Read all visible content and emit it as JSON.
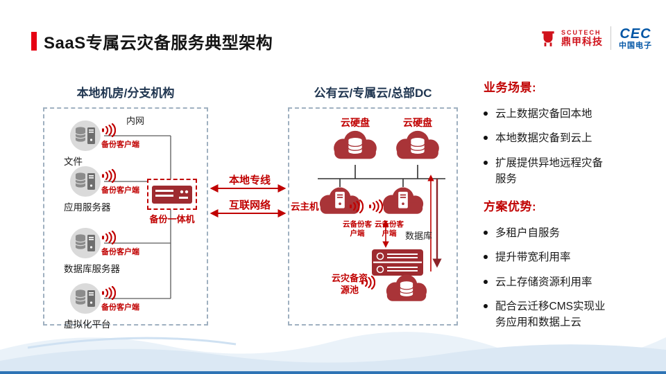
{
  "header": {
    "title": "SaaS专属云灾备服务典型架构",
    "logo": {
      "scutech_en": "SCUTECH",
      "scutech_cn": "鼎甲科技",
      "cec_en": "CEC",
      "cec_cn": "中国电子"
    }
  },
  "local_zone": {
    "title": "本地机房/分支机构",
    "network_label": "内网",
    "servers": [
      {
        "name": "文件",
        "client": "备份客户端"
      },
      {
        "name": "应用服务器",
        "client": "备份客户端"
      },
      {
        "name": "数据库服务器",
        "client": "备份客户端"
      },
      {
        "name": "虚拟化平台",
        "client": "备份客户端"
      }
    ],
    "appliance": "备份一体机"
  },
  "links": {
    "dedicated_line": "本地专线",
    "internet": "互联网络"
  },
  "cloud_zone": {
    "title": "公有云/专属云/总部DC",
    "cloud_disk_left": "云硬盘",
    "cloud_disk_right": "云硬盘",
    "cloud_host": "云主机",
    "cloud_client_1": "云备份客户端",
    "cloud_client_2": "云备份客户端",
    "database": "数据库",
    "dr_pool": "云灾备资源池"
  },
  "panel": {
    "scenarios_title": "业务场景:",
    "scenarios": [
      "云上数据灾备回本地",
      "本地数据灾备到云上",
      "扩展提供异地远程灾备服务"
    ],
    "advantages_title": "方案优势:",
    "advantages": [
      "多租户自服务",
      "提升带宽利用率",
      "云上存储资源利用率",
      "配合云迁移CMS实现业务应用和数据上云"
    ]
  },
  "colors": {
    "accent_red": "#e60012",
    "label_red": "#c00000",
    "icon_red": "#a93438",
    "icon_red_dark": "#9e2b30",
    "cec_blue": "#0055a5",
    "bottom_blue": "#2e74b5",
    "zone_title": "#1f3550"
  }
}
